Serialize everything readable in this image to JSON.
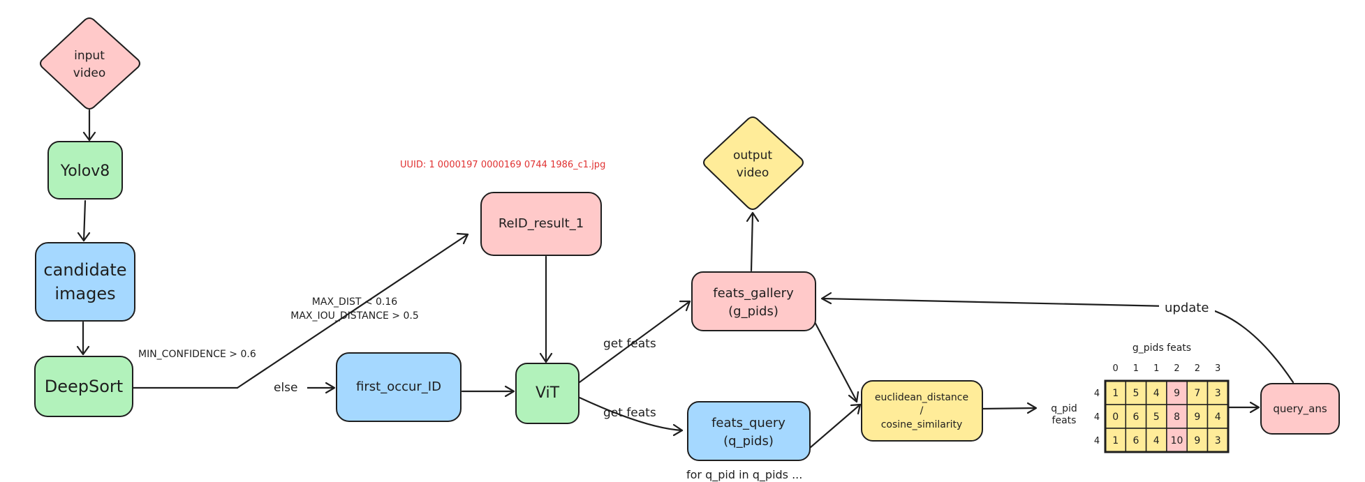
{
  "colors": {
    "red": "#ffc9c9",
    "green": "#b2f2bb",
    "blue": "#a5d8ff",
    "yellow": "#ffec99",
    "stroke": "#1e1e1e",
    "annotation": "#e03131"
  },
  "nodes": {
    "input_video": [
      "input",
      "video"
    ],
    "yolov8": [
      "Yolov8"
    ],
    "candidate_images": [
      "candidate",
      "images"
    ],
    "deepsort": [
      "DeepSort"
    ],
    "first_occur_id": [
      "first_occur_ID"
    ],
    "reid_result": [
      "ReID_result_1"
    ],
    "vit": [
      "ViT"
    ],
    "feats_gallery": [
      "feats_gallery",
      "(g_pids)"
    ],
    "output_video": [
      "output",
      "video"
    ],
    "feats_query": [
      "feats_query",
      "(q_pids)"
    ],
    "similarity": [
      "euclidean_distance",
      "/",
      "cosine_similarity"
    ],
    "query_ans": [
      "query_ans"
    ]
  },
  "edge_labels": {
    "min_confidence": "MIN_CONFIDENCE > 0.6",
    "else": "else",
    "max_dist": "MAX_DIST < 0.16",
    "max_iou": "MAX_IOU_DISTANCE > 0.5",
    "get_feats_gallery": "get feats",
    "get_feats_query": "get feats",
    "update": "update",
    "loop": "for q_pid in q_pids ..."
  },
  "annotation": {
    "uuid": "UUID:  1 0000197 0000169 0744 1986_c1.jpg"
  },
  "matrix": {
    "title": "g_pids feats",
    "col_headers": [
      "0",
      "1",
      "1",
      "2",
      "2",
      "3"
    ],
    "row_headers": [
      "4",
      "4",
      "4"
    ],
    "side_label": [
      "q_pid",
      "feats"
    ],
    "rows": [
      [
        "1",
        "5",
        "4",
        "9",
        "7",
        "3"
      ],
      [
        "0",
        "6",
        "5",
        "8",
        "9",
        "4"
      ],
      [
        "1",
        "6",
        "4",
        "10",
        "9",
        "3"
      ]
    ],
    "highlight_column": 3
  }
}
